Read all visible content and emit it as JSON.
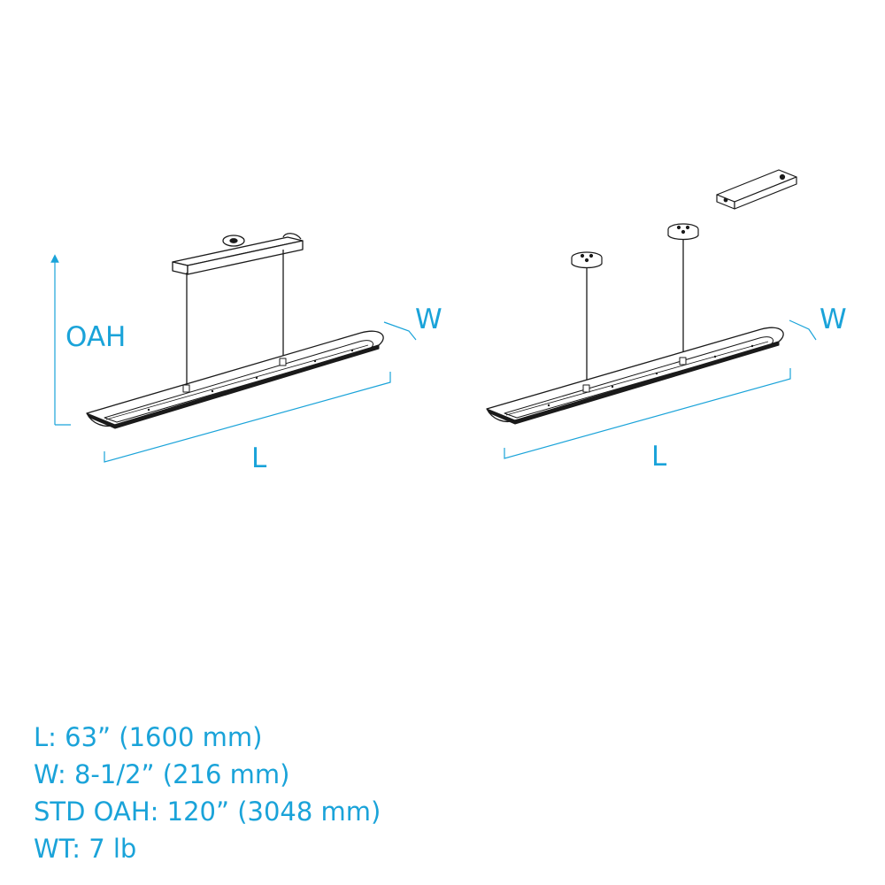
{
  "colors": {
    "dimension": "#1aa3d9",
    "line": "#1a1a1a",
    "fill": "#ffffff"
  },
  "diagram_left": {
    "mount": "canopy-bar",
    "labels": {
      "height": "OAH",
      "width": "W",
      "length": "L"
    }
  },
  "diagram_right": {
    "mount": "dual-canopies-with-remote-driver",
    "labels": {
      "width": "W",
      "length": "L"
    }
  },
  "specs": [
    "L: 63” (1600 mm)",
    "W: 8-1/2” (216 mm)",
    "STD OAH: 120” (3048 mm)",
    "WT: 7 lb"
  ]
}
